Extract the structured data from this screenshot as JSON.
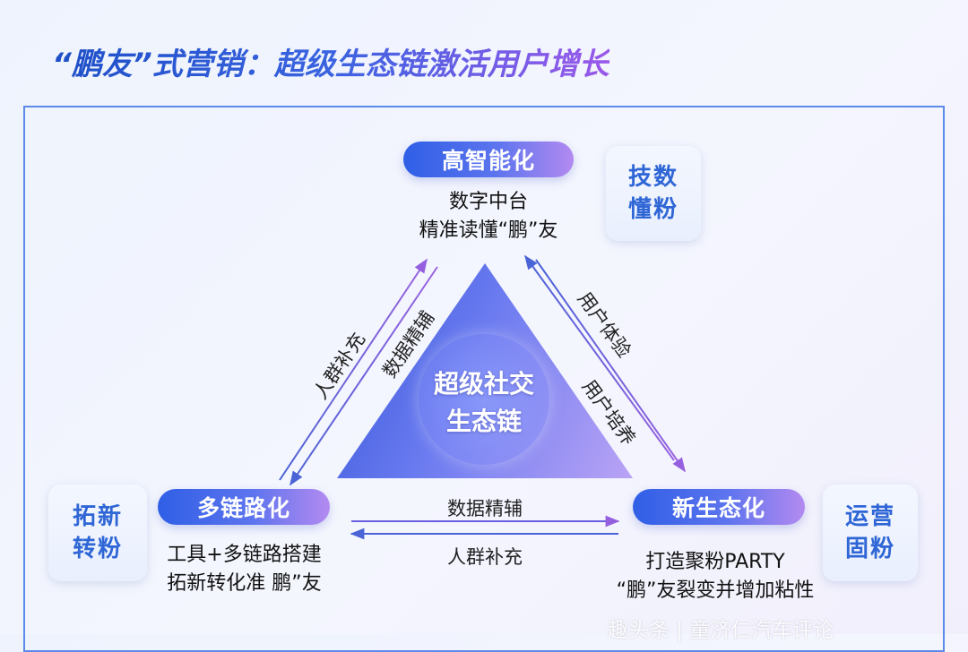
{
  "title": "“鹏友”式营销：超级生态链激活用户增长",
  "core": {
    "line1": "超级社交",
    "line2": "生态链"
  },
  "nodes": {
    "top": {
      "label": "高智能化",
      "desc_line1": "数字中台",
      "desc_line2": "精准读懂“鹏”友",
      "card_line1": "技数",
      "card_line2": "懂粉"
    },
    "left": {
      "label": "多链路化",
      "desc_line1": "工具+多链路搭建",
      "desc_line2": "拓新转化准 鹏”友",
      "card_line1": "拓新",
      "card_line2": "转粉"
    },
    "right": {
      "label": "新生态化",
      "desc_line1": "打造聚粉PARTY",
      "desc_line2": "“鹏”友裂变并增加粘性",
      "card_line1": "运营",
      "card_line2": "固粉"
    }
  },
  "flows": {
    "left_outer": "人群补充",
    "left_inner": "数据精辅",
    "right_outer": "用户体验",
    "right_inner": "用户培养",
    "bottom_top": "数据精辅",
    "bottom_bottom": "人群补充"
  },
  "watermark": "趣头条 | 童济仁汽车评论",
  "colors": {
    "accent_blue": "#2f5fe6",
    "accent_purple": "#b38af0",
    "arrow_blue": "#4a63d6",
    "arrow_purple": "#9560e0",
    "card_text": "#2f66d6"
  }
}
